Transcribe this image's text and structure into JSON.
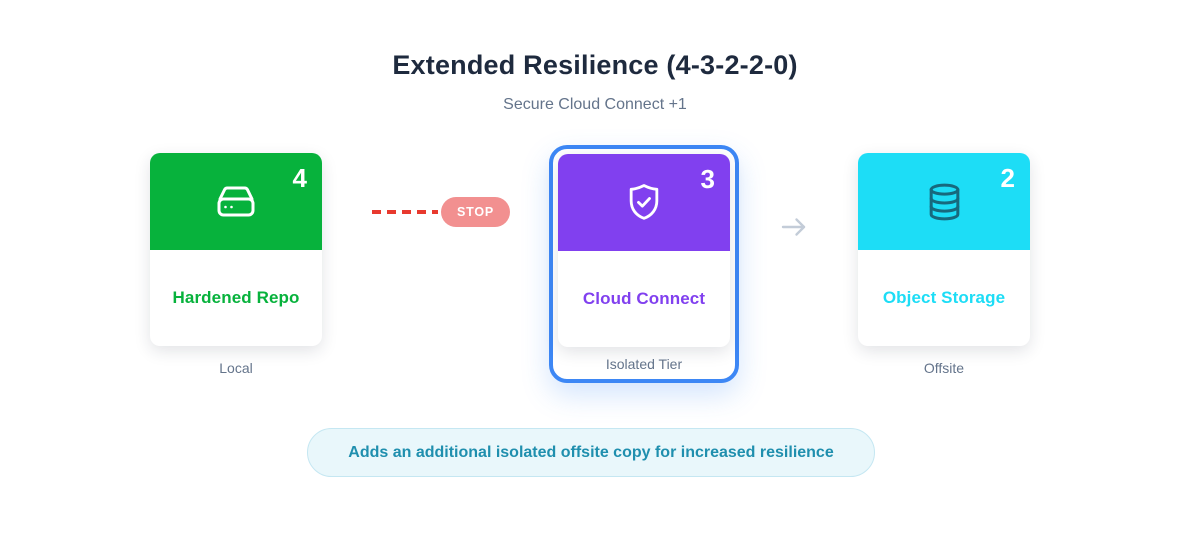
{
  "page": {
    "background": "#ffffff"
  },
  "header": {
    "title": "Extended Resilience (4-3-2-2-0)",
    "subtitle": "Secure Cloud Connect +1",
    "title_color": "#1e2a3e",
    "subtitle_color": "#64748b"
  },
  "cards": [
    {
      "title": "Hardened Repo",
      "copies": "4",
      "tier_label": "Local",
      "accent": "#07b23c",
      "icon": "hard-drive-icon",
      "icon_color": "#ffffff",
      "highlighted": false
    },
    {
      "title": "Cloud Connect",
      "copies": "3",
      "tier_label": "Isolated Tier",
      "accent": "#8140ef",
      "icon": "shield-check-icon",
      "icon_color": "#ffffff",
      "highlighted": true,
      "highlight_ring_color": "#3d87f5"
    },
    {
      "title": "Object Storage",
      "copies": "2",
      "tier_label": "Offsite",
      "accent": "#1dddf6",
      "icon": "database-icon",
      "icon_color": "#17697d",
      "highlighted": false
    }
  ],
  "connectors": [
    {
      "type": "blocked",
      "badge": "STOP",
      "line_color": "#e8392e",
      "badge_bg": "#f29090",
      "badge_text_color": "#ffffff"
    },
    {
      "type": "arrow",
      "icon": "arrow-right-icon",
      "color": "#c3ccd8"
    }
  ],
  "footnote": {
    "text": "Adds an additional isolated offsite copy for increased resilience",
    "text_color": "#1f8fae",
    "bg": "#e9f7fb",
    "border_color": "#c5e7f2"
  }
}
